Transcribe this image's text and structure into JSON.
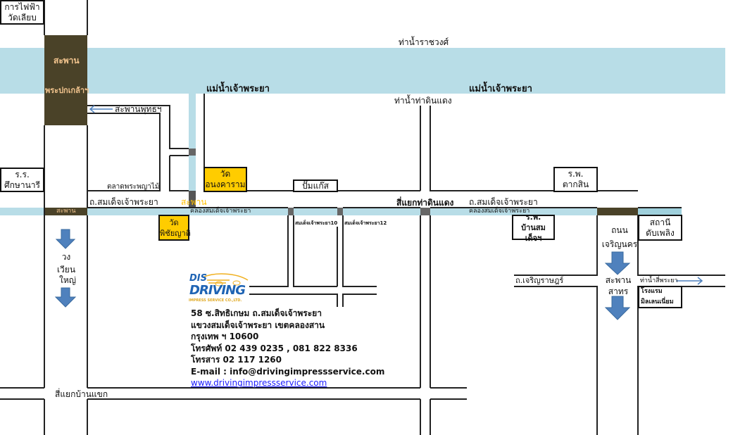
{
  "colors": {
    "river": "#b8dde7",
    "bridge": "#4a4228",
    "landmark": "#ffcc00",
    "arrow": "#4f81bd"
  },
  "river": {
    "name_left": "แม่น้ำเจ้าพระยา",
    "name_right": "แม่น้ำเจ้าพระยา",
    "pier_top": "ท่าน้ำราชวงศ์",
    "pier_mid": "ท่าน้ำท่าดินแดง"
  },
  "bridges": {
    "pra_pok_klao_1": "สะพาน",
    "pra_pok_klao_2": "พระปกเกล้าฯ",
    "phut": "สะพานพุทธฯ",
    "small_left": "สะพาน",
    "small_mid": "สะพาน",
    "sathorn_1": "สะพาน",
    "sathorn_2": "สาทร"
  },
  "roads": {
    "somdet_left": "ถ.สมเด็จเจ้าพระยา",
    "somdet_right": "ถ.สมเด็จเจ้าพระยา",
    "canal_left": "คลองสมเด็จเจ้าพระยา",
    "canal_right": "คลองสมเด็จเจ้าพระยา",
    "soi10": "สมเด็จเจ้าพระยา10",
    "soi12": "สมเด็จเจ้าพระยา12",
    "tha_din_daeng": "สี่แยกท่าดินแดง",
    "ban_khaek": "สี่แยกบ้านแขก",
    "charoen_rat": "ถ.เจริญราษฎร์",
    "charoen_nakhon_1": "ถนน",
    "charoen_nakhon_2": "เจริญนคร",
    "wongwian_1": "วง",
    "wongwian_2": "เวียน",
    "wongwian_3": "ใหญ่",
    "market": "ตลาดพระพญาไม้",
    "si_phraya_pier": "ท่าน้ำสี่พระยา"
  },
  "landmarks": {
    "power": [
      "การไฟฟ้า",
      "วัดเลียบ"
    ],
    "school": [
      "ร.ร.",
      "ศึกษานารี"
    ],
    "wat_anong": [
      "วัด",
      "อนงคาราม"
    ],
    "gas": [
      "ปั๊มแก๊ส"
    ],
    "taksin": [
      "ร.พ.",
      "ตากสิน"
    ],
    "wat_phichai": [
      "วัด",
      "พิชัยญาติ"
    ],
    "ban_somdet": [
      "ร.พ.",
      "บ้านสมเด็จฯ"
    ],
    "fire": [
      "สถานี",
      "ดับเพลิง"
    ],
    "hotel": [
      "โรงแรม",
      "มิลเลนเนี่ยม"
    ]
  },
  "company": {
    "logo_top": "DIS",
    "logo_main": "DRIVING",
    "logo_sub": "IMPRESS SERVICE CO.,LTD.",
    "address_1": "58 ซ.สิทธิเกษม ถ.สมเด็จเจ้าพระยา",
    "address_2": "แขวงสมเด็จเจ้าพระยา เขตคลองสาน",
    "address_3": "กรุงเทพ ฯ 10600",
    "phone": "โทรศัพท์ 02 439 0235 , 081 822 8336",
    "fax": "โทรสาร 02 117 1260",
    "email": "E-mail : info@drivingimpressservice.com",
    "website": "www.drivingimpressservice.com"
  }
}
